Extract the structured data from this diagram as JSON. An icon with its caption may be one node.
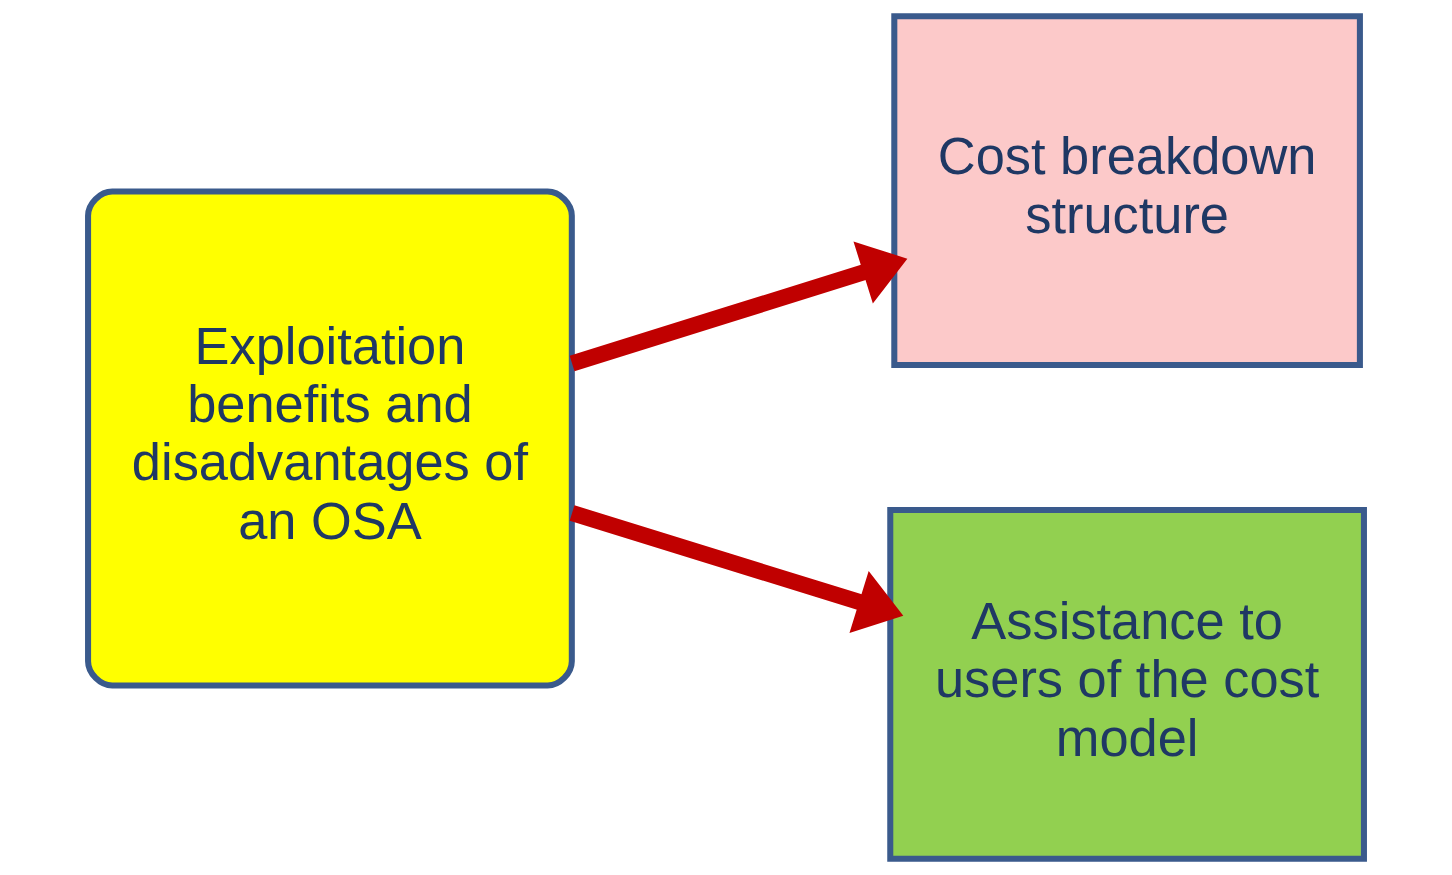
{
  "diagram": {
    "nodes": [
      {
        "text": [
          "Exploitation benefits and disadvantages of an OSA"
        ]
      },
      {
        "text": [
          "Cost breakdown structure"
        ]
      },
      {
        "text": [
          "Assistance to users of the cost model"
        ]
      }
    ],
    "edges": [
      {
        "from": 0,
        "to": 1,
        "arrow": "to",
        "color": "#c00000"
      },
      {
        "from": 0,
        "to": 2,
        "arrow": "to",
        "color": "#c00000"
      }
    ]
  }
}
